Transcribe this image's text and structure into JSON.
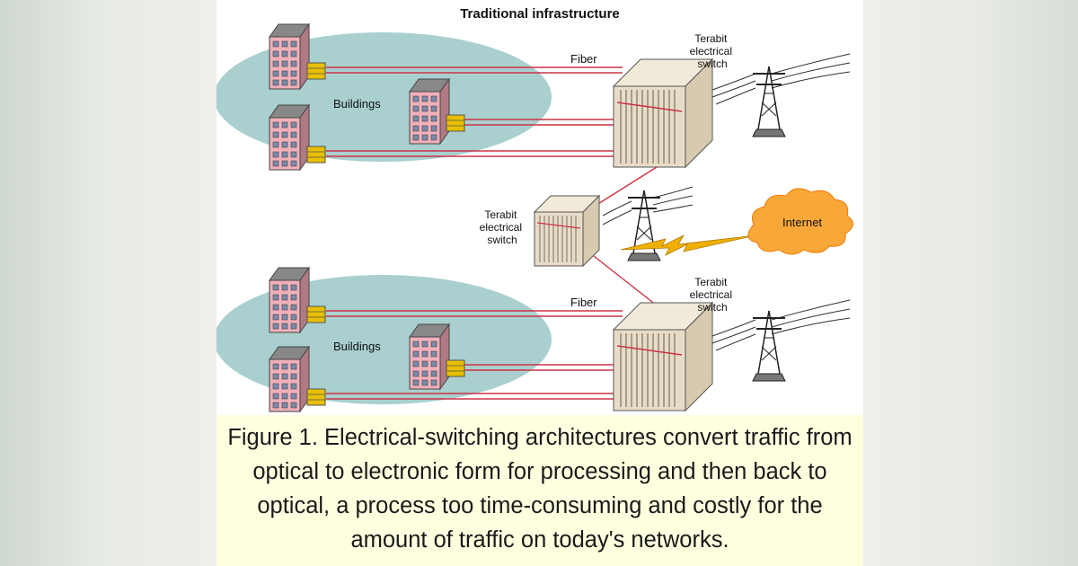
{
  "figure": {
    "title": "Traditional infrastructure",
    "labels": {
      "fiber_top": "Fiber",
      "fiber_bottom": "Fiber",
      "buildings_top": "Buildings",
      "buildings_bottom": "Buildings",
      "switch_top": [
        "Terabit",
        "electrical",
        "switch"
      ],
      "switch_middle": [
        "Terabit",
        "electrical",
        "switch"
      ],
      "switch_bottom": [
        "Terabit",
        "electrical",
        "switch"
      ],
      "internet": "Internet"
    },
    "colors": {
      "ellipse": "#a9cfcf",
      "fiber": "#cc3344",
      "building": "#f0b0ba",
      "connector": "#e8c000",
      "switch": "#e8dcc8",
      "cloud": "#f8a838",
      "lightning": "#f0b000"
    },
    "icons": [
      "building-icon",
      "connector-icon",
      "switch-icon",
      "tower-icon",
      "cloud-icon",
      "lightning-icon"
    ]
  },
  "caption": {
    "text": "Figure 1. Electrical-switching architectures convert traffic from optical to electronic form for processing and then back to optical, a process too time-consuming and costly for the amount of traffic on today's networks."
  }
}
